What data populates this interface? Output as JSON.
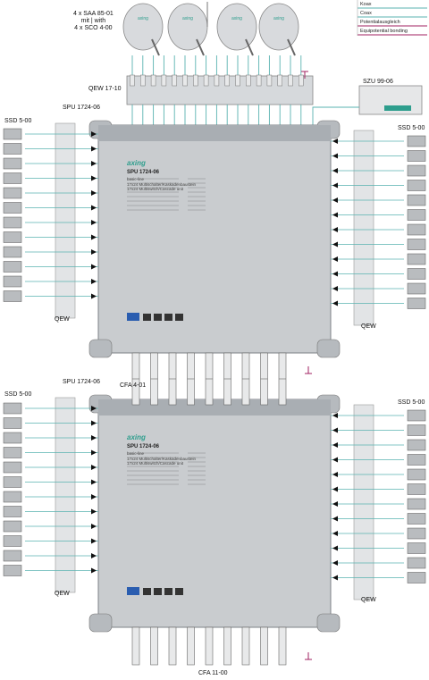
{
  "legend": {
    "items": [
      {
        "label": "Koax",
        "color": "#5ab3b0"
      },
      {
        "label": "Coax",
        "color": "#5ab3b0"
      },
      {
        "label": "Potentialausgleich",
        "color": "#a02060"
      },
      {
        "label": "Equipotential bonding",
        "color": "#a02060"
      }
    ]
  },
  "labels": {
    "dishes": "4 x SAA 85-01\nmit | with\n4 x SCO 4-00",
    "qew_top": "QEW 17-10",
    "szu": "SZU 99-06",
    "spu_top": "SPU 1724-06",
    "ssd_left_top": "SSD 5-00",
    "ssd_right_top": "SSD 5-00",
    "qew_left_top": "QEW",
    "qew_right_top": "QEW",
    "spu_mid": "SPU 1724-06",
    "cfa_mid": "CFA 4-01",
    "ssd_left_bottom": "SSD 5-00",
    "ssd_right_bottom": "SSD 5-00",
    "qew_left_bottom": "QEW",
    "qew_right_bottom": "QEW",
    "cfa_bottom": "CFA 11-00"
  },
  "device": {
    "brand": "axing",
    "model": "SPU 1724-06",
    "series": "basic-line",
    "desc_de": "17x24 Multischalter/Kaskadenbaustein",
    "desc_en": "17x24 Multiswitch/Cascade unit"
  },
  "colors": {
    "coax": "#5ab3b0",
    "bonding": "#a02060",
    "chassis": "#c9cccf",
    "chassis_dark": "#9ea3a8"
  }
}
